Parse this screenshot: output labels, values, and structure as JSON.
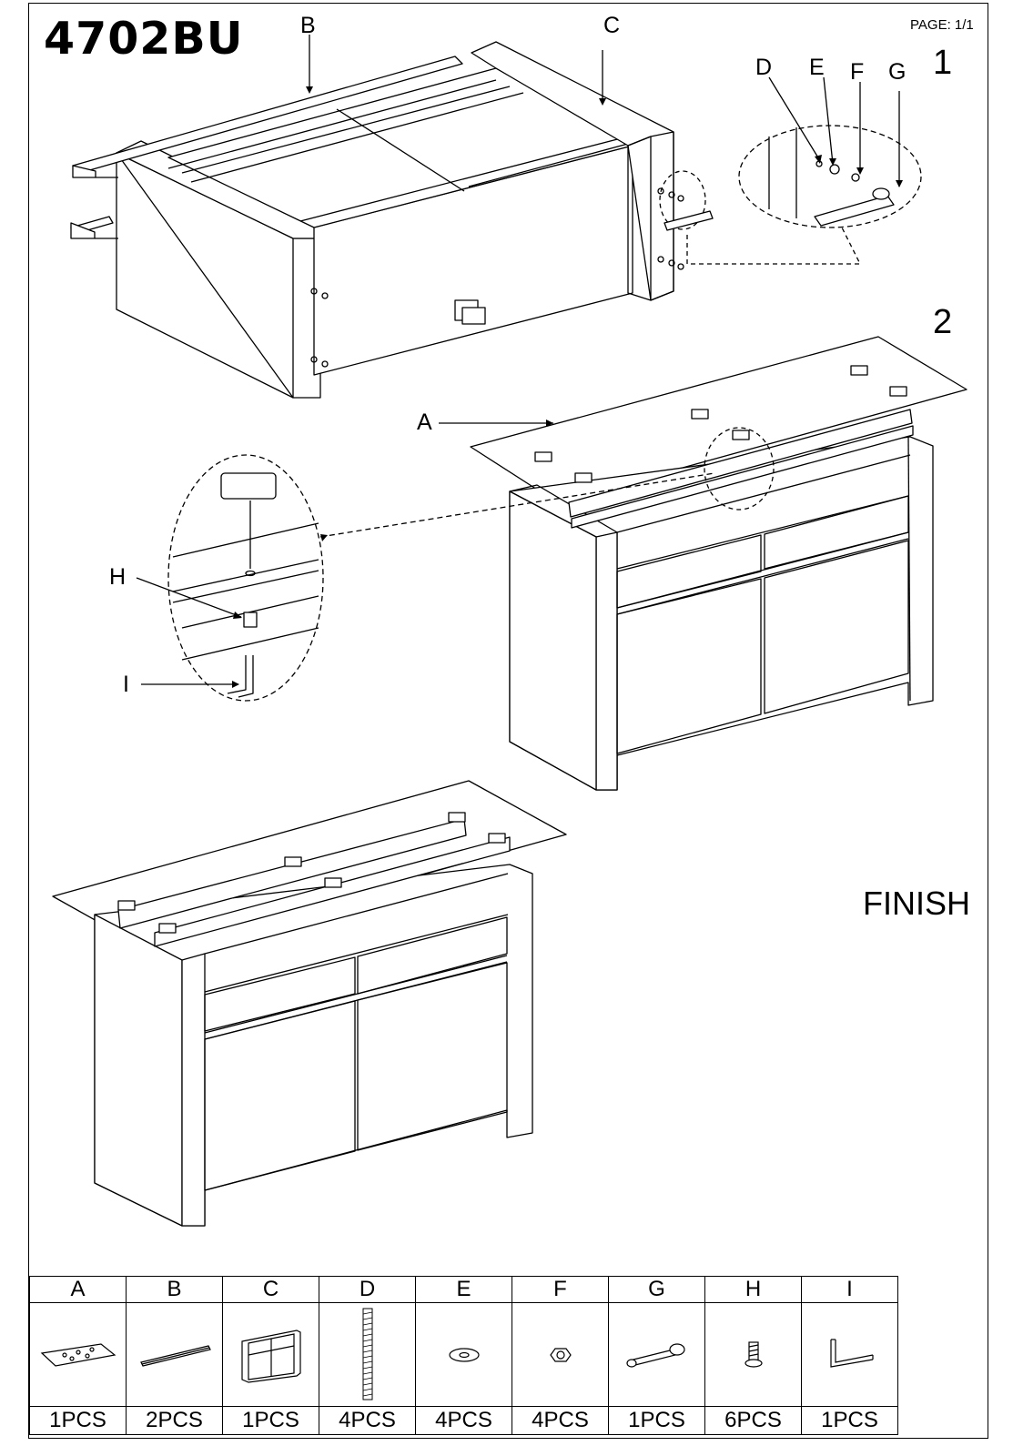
{
  "header": {
    "model": "4702BU",
    "page": "PAGE: 1/1"
  },
  "steps": [
    "1",
    "2"
  ],
  "callouts": {
    "A": "A",
    "B": "B",
    "C": "C",
    "D": "D",
    "E": "E",
    "F": "F",
    "G": "G",
    "H": "H",
    "I": "I"
  },
  "finish_label": "FINISH",
  "parts": [
    {
      "letter": "A",
      "qty": "1PCS",
      "icon": "bracket-plate-icon"
    },
    {
      "letter": "B",
      "qty": "2PCS",
      "icon": "rail-icon"
    },
    {
      "letter": "C",
      "qty": "1PCS",
      "icon": "cabinet-icon"
    },
    {
      "letter": "D",
      "qty": "4PCS",
      "icon": "bolt-icon"
    },
    {
      "letter": "E",
      "qty": "4PCS",
      "icon": "washer-icon"
    },
    {
      "letter": "F",
      "qty": "4PCS",
      "icon": "nut-icon"
    },
    {
      "letter": "G",
      "qty": "1PCS",
      "icon": "wrench-icon"
    },
    {
      "letter": "H",
      "qty": "6PCS",
      "icon": "screw-icon"
    },
    {
      "letter": "I",
      "qty": "1PCS",
      "icon": "allen-key-icon"
    }
  ]
}
